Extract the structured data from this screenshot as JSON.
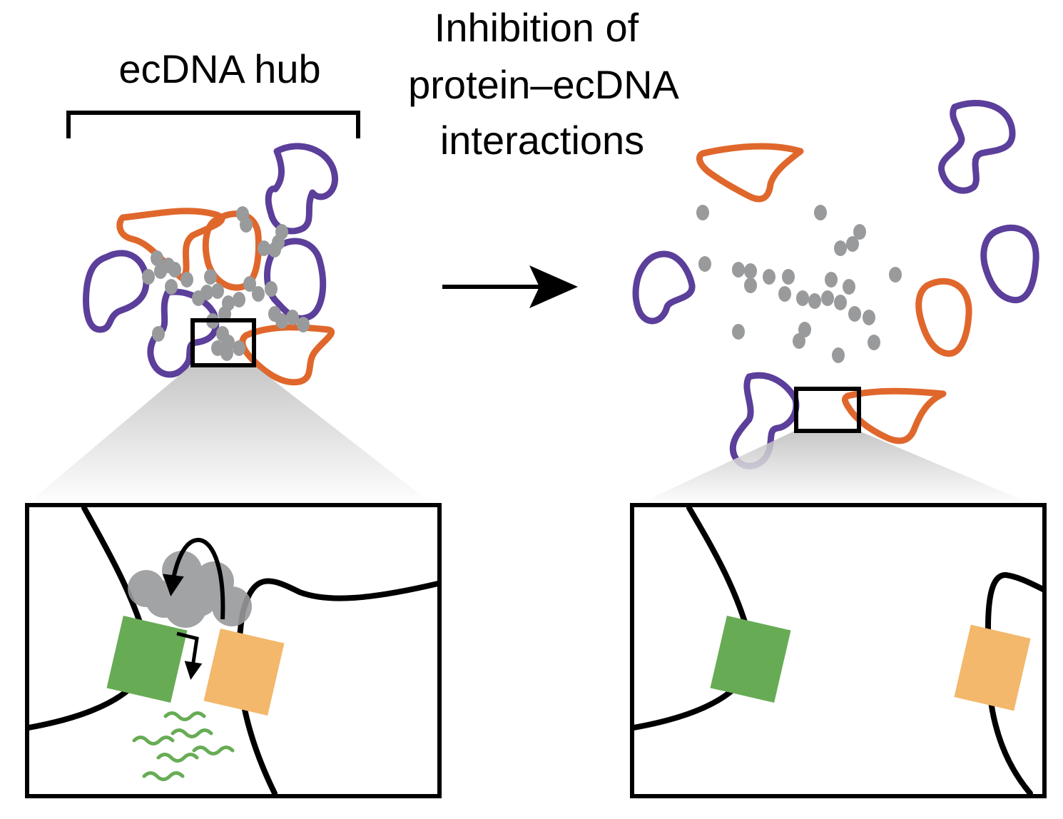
{
  "hub_label": "ecDNA hub",
  "treatment_label": {
    "line1": "Inhibition of",
    "line2": "protein–ecDNA",
    "line3": "interactions"
  },
  "colors": {
    "purple_ecdna": "#5b3f9a",
    "orange_ecdna": "#e0672c",
    "protein_gray": "#999a9c",
    "green_gene": "#67ac55",
    "orange_gene": "#f3b86c",
    "transcript_green": "#67ac55",
    "outline": "#000000"
  },
  "icons": {
    "process_arrow": "right-arrow-icon",
    "interaction_arrow": "curved-arrow-icon",
    "transcription_arrow": "bent-arrow-icon"
  }
}
